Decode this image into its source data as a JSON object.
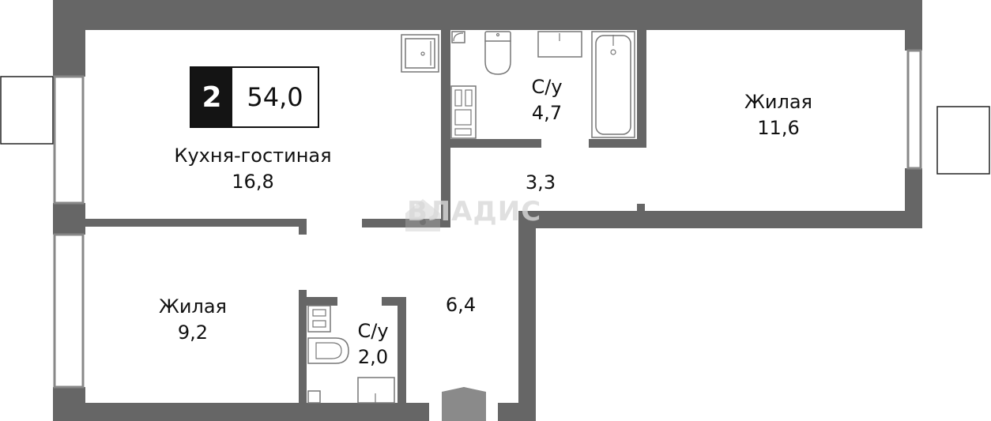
{
  "plan": {
    "rooms_count": "2",
    "total_area": "54,0",
    "watermark": "ВЛАДИС",
    "colors": {
      "wall": "#666666",
      "badge_dark": "#141414",
      "text": "#111111"
    }
  },
  "rooms": [
    {
      "id": "kitchen_living",
      "name": "Кухня-гостиная",
      "area": "16,8"
    },
    {
      "id": "bathroom_main",
      "name": "С/у",
      "area": "4,7"
    },
    {
      "id": "corridor_upper",
      "name": "",
      "area": "3,3"
    },
    {
      "id": "bedroom_right",
      "name": "Жилая",
      "area": "11,6"
    },
    {
      "id": "bedroom_left",
      "name": "Жилая",
      "area": "9,2"
    },
    {
      "id": "bathroom_small",
      "name": "С/у",
      "area": "2,0"
    },
    {
      "id": "hallway",
      "name": "",
      "area": "6,4"
    }
  ],
  "icons": {
    "entrance": "entrance-arrow-icon",
    "logo": "vladis-house-icon"
  }
}
